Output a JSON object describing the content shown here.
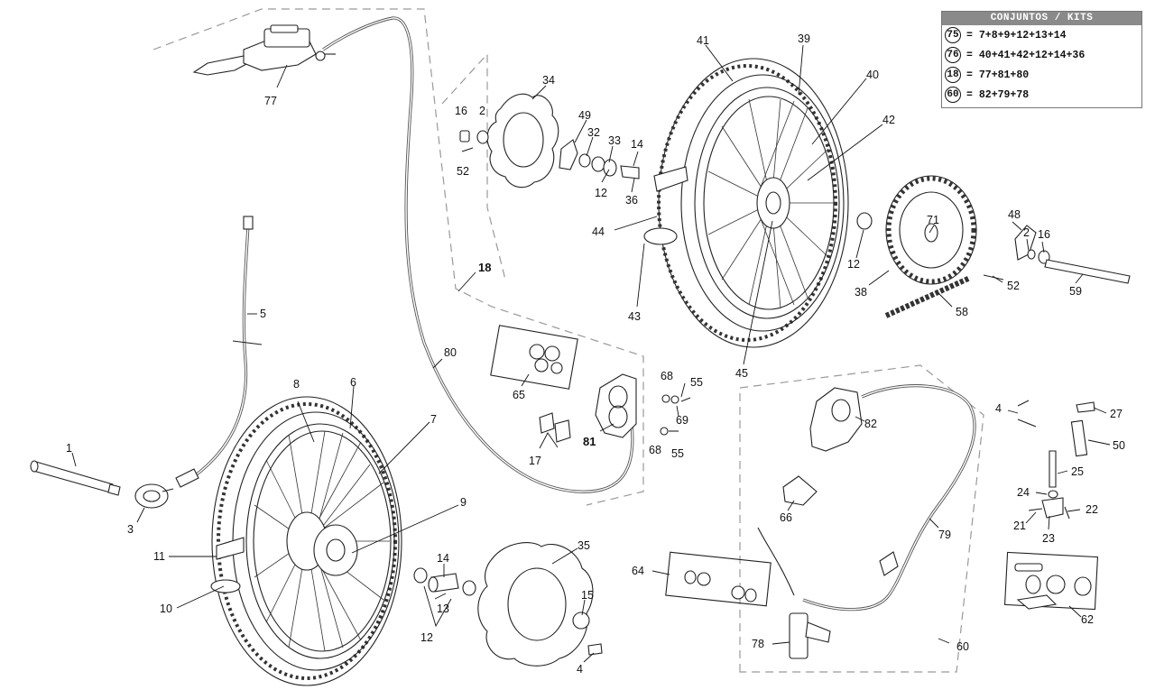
{
  "kits_table": {
    "title": "CONJUNTOS / KITS",
    "rows": [
      {
        "num": "75",
        "eq": "=",
        "parts": "7+8+9+12+13+14"
      },
      {
        "num": "76",
        "eq": "=",
        "parts": "40+41+42+12+14+36"
      },
      {
        "num": "18",
        "eq": "=",
        "parts": "77+81+80"
      },
      {
        "num": "60",
        "eq": "=",
        "parts": "82+79+78"
      }
    ]
  },
  "callouts": {
    "c77": "77",
    "c1": "1",
    "c3": "3",
    "c5": "5",
    "c8": "8",
    "c6": "6",
    "c7": "7",
    "c9": "9",
    "c11": "11",
    "c10": "10",
    "c14a": "14",
    "c13": "13",
    "c12a": "12",
    "c35": "35",
    "c15": "15",
    "c4a": "4",
    "c80": "80",
    "c18": "18",
    "c16a": "16",
    "c2a": "2",
    "c52a": "52",
    "c34": "34",
    "c49": "49",
    "c32": "32",
    "c33": "33",
    "c14b": "14",
    "c12b": "12",
    "c36": "36",
    "c44": "44",
    "c41": "41",
    "c39": "39",
    "c40": "40",
    "c42": "42",
    "c43": "43",
    "c45": "45",
    "c12c": "12",
    "c71": "71",
    "c38": "38",
    "c48": "48",
    "c2b": "2",
    "c16b": "16",
    "c52b": "52",
    "c59": "59",
    "c58": "58",
    "c65": "65",
    "c17": "17",
    "c81": "81",
    "c68a": "68",
    "c55a": "55",
    "c69": "69",
    "c68b": "68",
    "c55b": "55",
    "c82": "82",
    "c66": "66",
    "c79": "79",
    "c64": "64",
    "c78": "78",
    "c60": "60",
    "c4b": "4",
    "c27": "27",
    "c50": "50",
    "c25": "25",
    "c24": "24",
    "c22": "22",
    "c21": "21",
    "c23": "23",
    "c62": "62"
  }
}
